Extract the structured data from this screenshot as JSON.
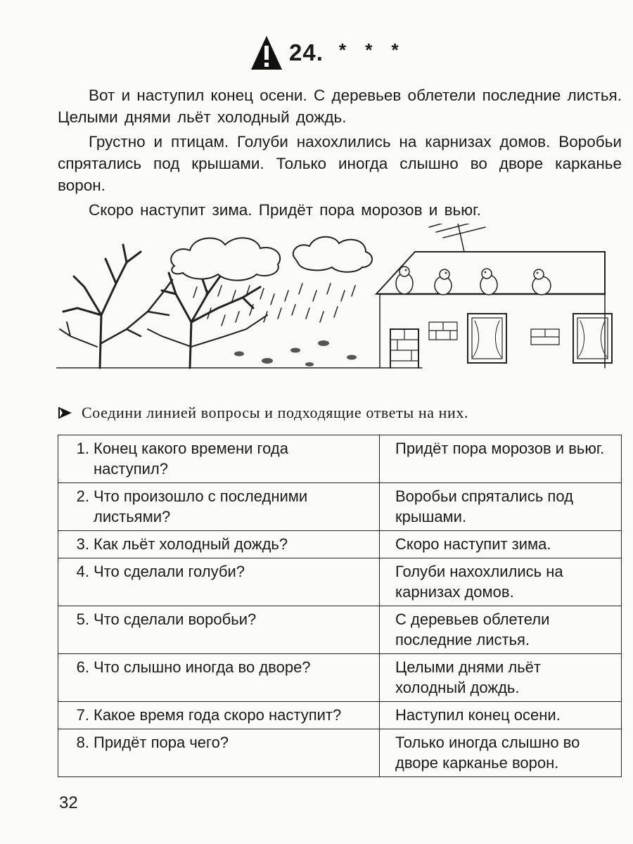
{
  "header": {
    "number": "24.",
    "stars": "* * *"
  },
  "story": {
    "paragraphs": [
      "Вот и наступил конец осени. С деревьев облетели последние листья. Целыми днями льёт холодный дождь.",
      "Грустно и птицам. Голуби нахохлились на карнизах домов. Воробьи спрятались под крышами. Только иногда слышно во дворе карканье ворон.",
      "Скоро наступит зима. Придёт пора морозов и вьюг."
    ]
  },
  "task": {
    "instruction": "Соедини линией вопросы и подходящие ответы на них."
  },
  "table": {
    "rows": [
      {
        "n": "1.",
        "q": "Конец какого времени года наступил?",
        "a": "Придёт пора морозов и вьюг."
      },
      {
        "n": "2.",
        "q": "Что произошло с последними листьями?",
        "a": "Воробьи спрятались под крышами."
      },
      {
        "n": "3.",
        "q": "Как льёт холодный дождь?",
        "a": "Скоро наступит зима."
      },
      {
        "n": "4.",
        "q": "Что сделали голуби?",
        "a": "Голуби нахохлились на карнизах домов."
      },
      {
        "n": "5.",
        "q": "Что сделали воробьи?",
        "a": "С деревьев облетели последние листья."
      },
      {
        "n": "6.",
        "q": "Что слышно иногда во дворе?",
        "a": "Целыми днями льёт холодный дождь."
      },
      {
        "n": "7.",
        "q": "Какое время года скоро наступит?",
        "a": "Наступил конец осени."
      },
      {
        "n": "8.",
        "q": "Придёт пора чего?",
        "a": "Только иногда слышно во дворе карканье ворон."
      }
    ]
  },
  "page": {
    "number": "32"
  }
}
